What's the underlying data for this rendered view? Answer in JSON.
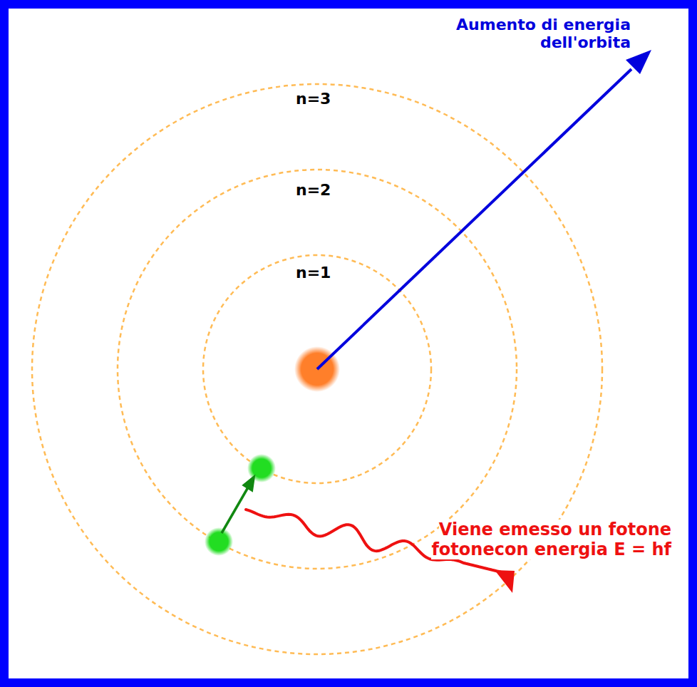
{
  "diagram": {
    "labels": [
      "n=3",
      "n=2",
      "n=1",
      "Aumento di energia dell'orbita",
      "Viene emesso un fotone fotonecon energia E = hf"
    ]
  }
}
